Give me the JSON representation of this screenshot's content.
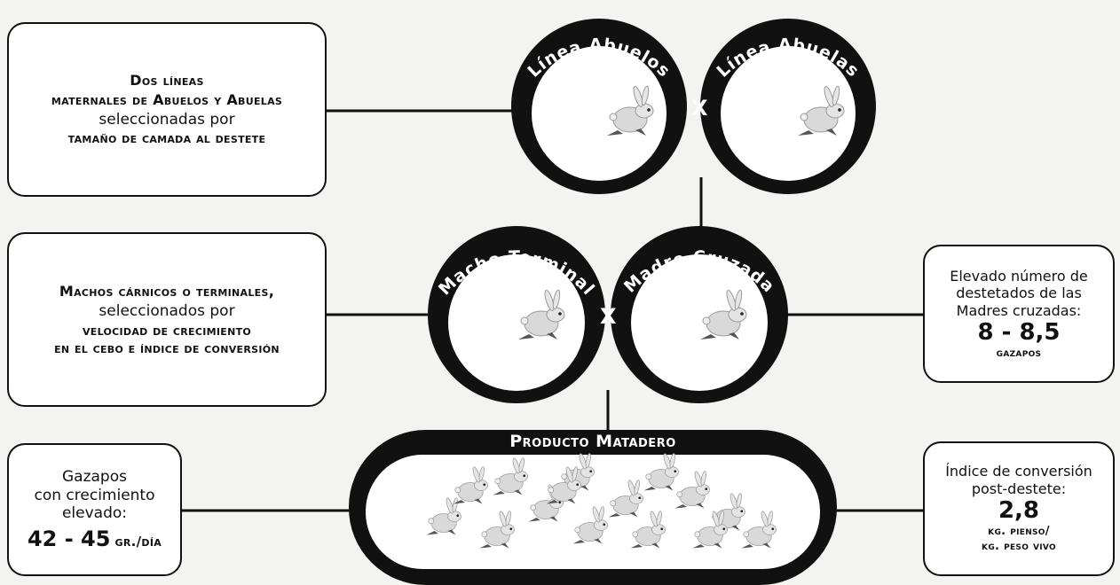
{
  "boxes": {
    "grandparents": {
      "line1": "Dos líneas",
      "line2": "maternales de Abuelos y Abuelas",
      "line3": "seleccionadas por",
      "line4": "tamaño de camada al destete"
    },
    "terminal": {
      "line1": "Machos cárnicos o terminales,",
      "line2": "seleccionados por",
      "line3": "velocidad de crecimiento",
      "line4": "en el cebo e índice de conversión"
    },
    "weaned": {
      "line1": "Elevado número de",
      "line2": "destetados de las",
      "line3": "Madres cruzadas:",
      "value": "8 - 8,5",
      "unit": "gazapos"
    },
    "growth": {
      "line1": "Gazapos",
      "line2": "con crecimiento",
      "line3": "elevado:",
      "value": "42 - 45",
      "unit": "gr./día"
    },
    "conversion": {
      "line1": "Índice de conversión",
      "line2": "post-destete:",
      "value": "2,8",
      "unit1": "kg. pienso/",
      "unit2": "kg. peso vivo"
    }
  },
  "circles": {
    "abuelos": "Línea Abuelos",
    "abuelas": "Línea Abuelas",
    "macho": "Macho Terminal",
    "madre": "Madre Cruzada"
  },
  "cross_symbol": "X",
  "product": {
    "label": "Producto Matadero"
  },
  "icons": {
    "rabbit": "rabbit-icon"
  },
  "colors": {
    "ink": "#111111",
    "background": "#f3f3f1",
    "box_fill": "#ffffff",
    "icon_fill": "#d8d8d8"
  }
}
